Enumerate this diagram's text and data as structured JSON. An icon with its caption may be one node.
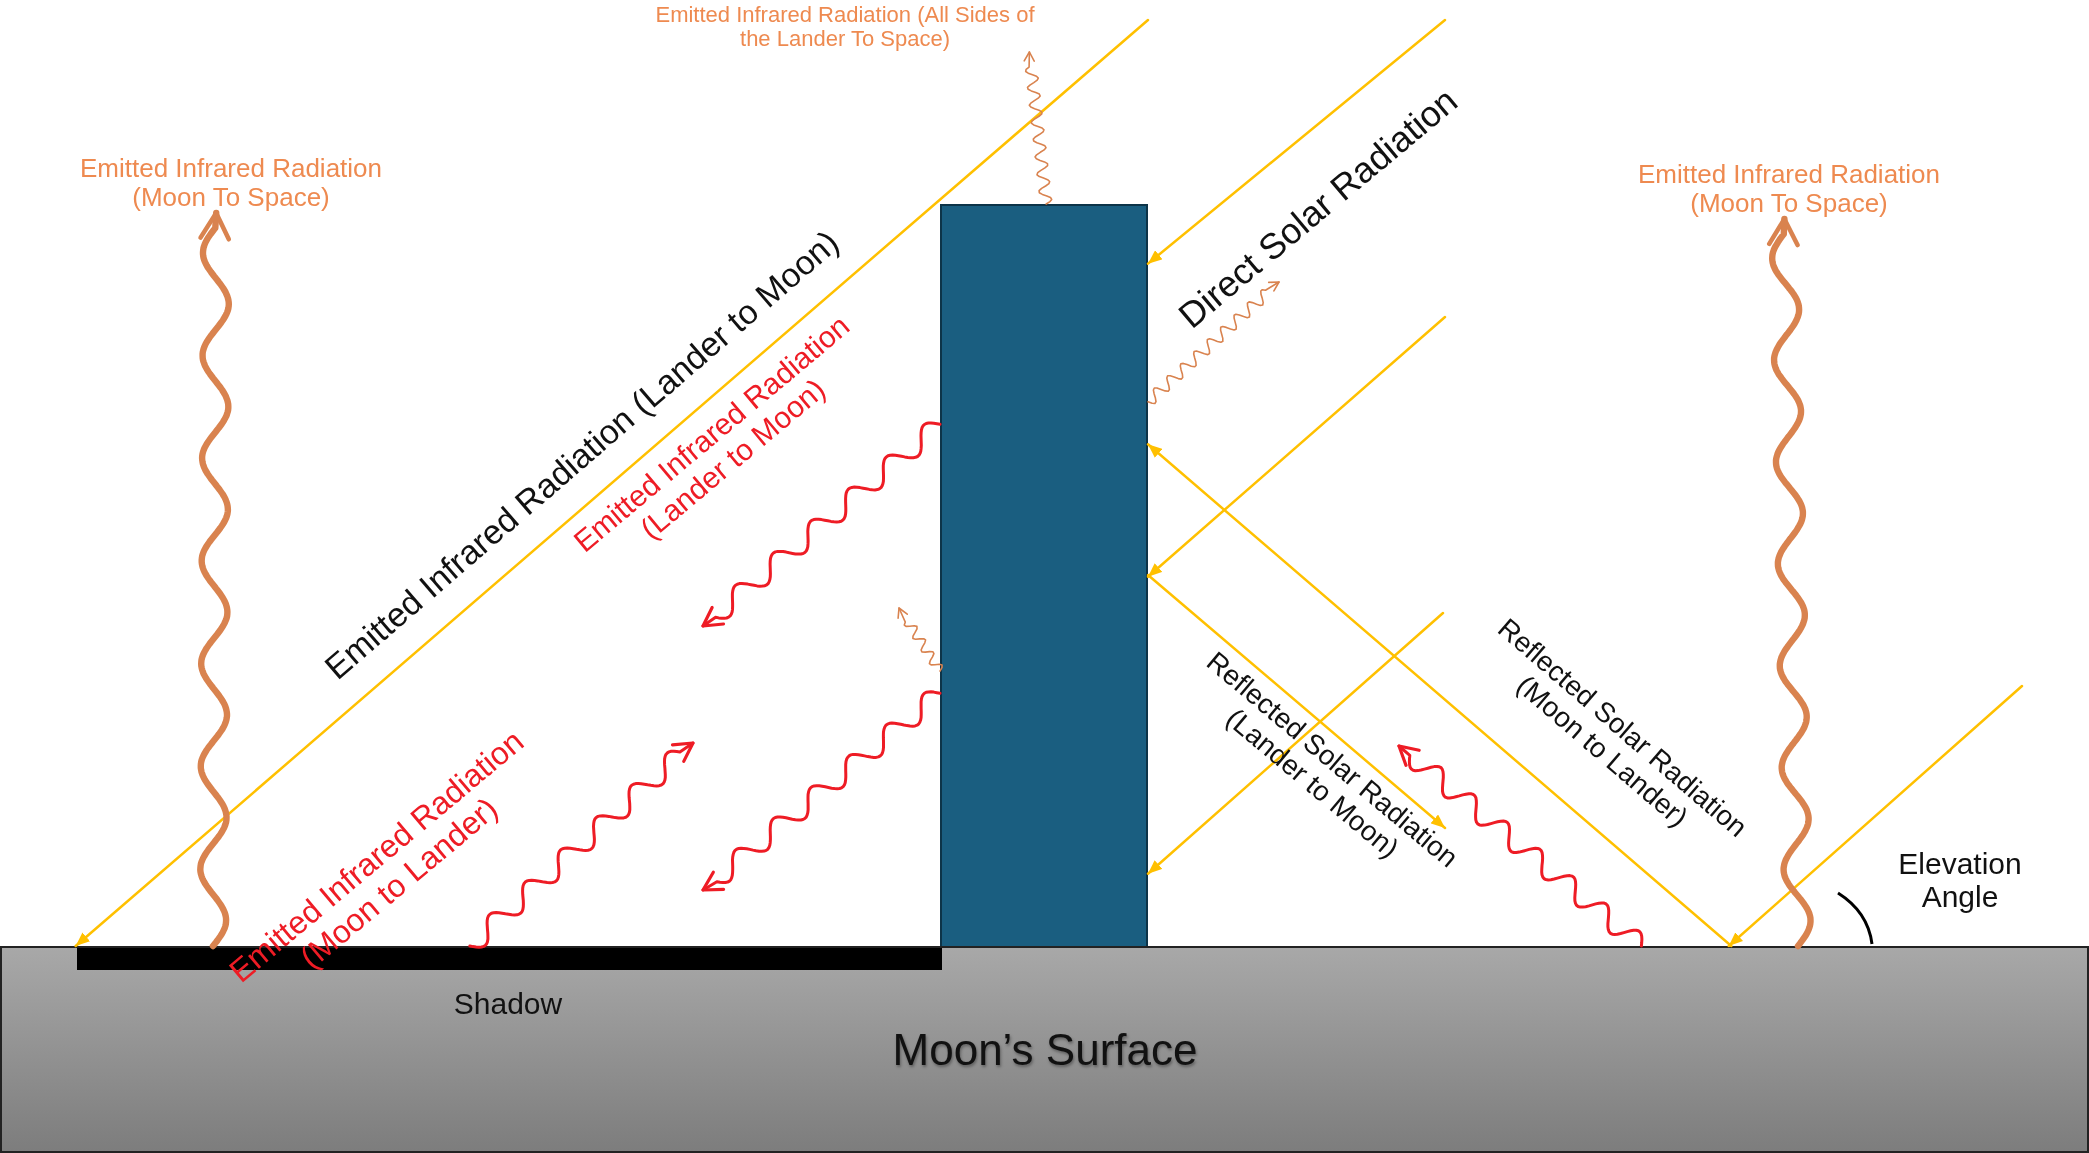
{
  "diagram": {
    "nodes": [
      {
        "text": [
          "Emitted Infrared Radiation (All Sides of the Lander To Space)"
        ]
      },
      {
        "text": [
          "Emitted Infrared Radiation (Moon To Space)"
        ]
      },
      {
        "text": [
          "Emitted Infrared Radiation (Moon To Space)"
        ]
      },
      {
        "text": [],
        "shape": "box"
      },
      {
        "text": [
          "Moon’s Surface"
        ]
      },
      {
        "text": [],
        "shape": "bar",
        "in": 4,
        "beside": [
          "Shadow"
        ]
      }
    ],
    "edges": [
      {
        "from": null,
        "to": 5,
        "arrow": "to",
        "label": "Emitted Infrared Radiation (Lander to Moon)"
      },
      {
        "from": null,
        "to": 3,
        "arrow": "to",
        "label": "Direct Solar Radiation"
      },
      {
        "from": null,
        "to": 3,
        "arrow": "to"
      },
      {
        "from": null,
        "to": 3,
        "arrow": "to"
      },
      {
        "from": 4,
        "to": 3,
        "arrow": "to",
        "label": "Reflected Solar Radiation (Moon to Lander)"
      },
      {
        "from": null,
        "to": 4,
        "arrow": "to"
      },
      {
        "from": 3,
        "to": null,
        "arrow": "to",
        "label": "Reflected Solar Radiation (Lander to Moon)"
      },
      {
        "from": 5,
        "to": 1,
        "arrow": "to",
        "style": "thick",
        "color": "#d9834f"
      },
      {
        "from": 4,
        "to": 2,
        "arrow": "to",
        "style": "thick",
        "color": "#d9834f"
      },
      {
        "from": 3,
        "to": 0,
        "arrow": "to",
        "color": "#d9834f"
      },
      {
        "from": 3,
        "to": null,
        "arrow": "to",
        "color": "#d9834f"
      },
      {
        "from": 3,
        "to": null,
        "arrow": "to",
        "color": "#d9834f"
      },
      {
        "from": 3,
        "to": null,
        "arrow": "to",
        "color": "#ee1c25"
      },
      {
        "from": 3,
        "to": null,
        "arrow": "to",
        "color": "#ee1c25"
      },
      {
        "from": 5,
        "to": null,
        "arrow": "to",
        "color": "#ee1c25"
      },
      {
        "from": 4,
        "to": null,
        "arrow": "to",
        "color": "#ee1c25"
      }
    ],
    "labels": [
      "Emitted Infrared Radiation (Lander to Moon)",
      "Emitted Infrared Radiation (Moon to Lander)",
      "Elevation Angle"
    ]
  }
}
